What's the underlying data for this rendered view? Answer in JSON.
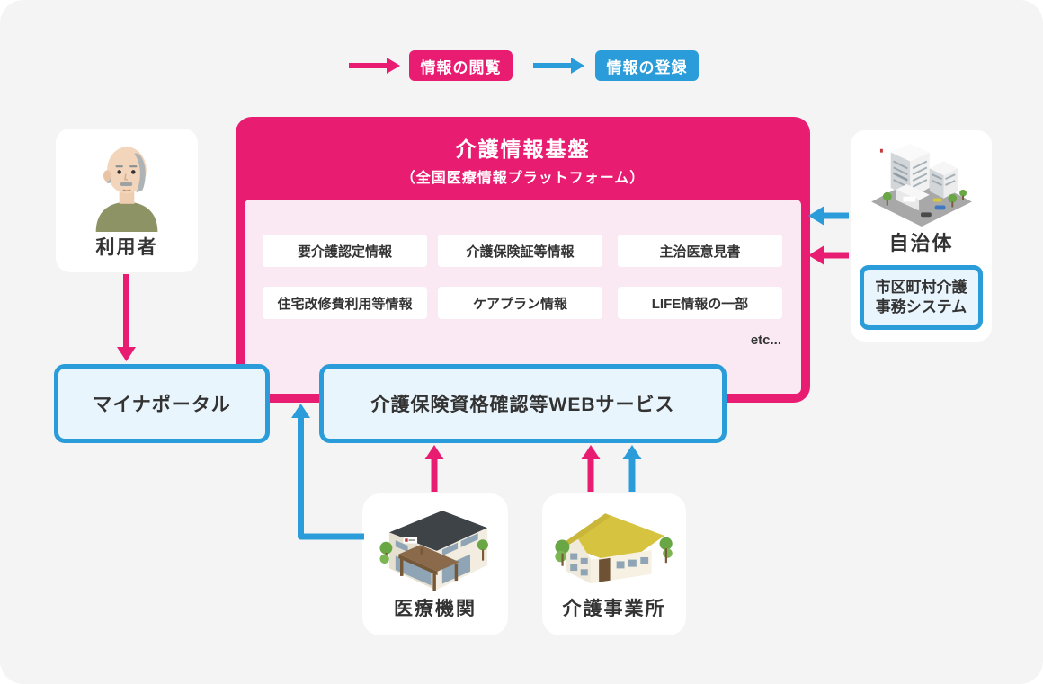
{
  "legend": {
    "view_label": "情報の閲覧",
    "register_label": "情報の登録"
  },
  "platform": {
    "title": "介護情報基盤",
    "subtitle": "（全国医療情報プラットフォーム）",
    "items": [
      "要介護認定情報",
      "介護保険証等情報",
      "主治医意見書",
      "住宅改修費利用等情報",
      "ケアプラン情報",
      "LIFE情報の一部"
    ],
    "etc_label": "etc..."
  },
  "user": {
    "label": "利用者"
  },
  "municipality": {
    "label": "自治体",
    "system_line1": "市区町村介護",
    "system_line2": "事務システム"
  },
  "portal": {
    "label": "マイナポータル"
  },
  "web_service": {
    "label": "介護保険資格確認等WEBサービス"
  },
  "medical": {
    "label": "医療機関"
  },
  "care_office": {
    "label": "介護事業所"
  },
  "colors": {
    "view_pink": "#E81D72",
    "register_blue": "#2B9CDA",
    "panel_pink": "#FAE9F2",
    "service_fill": "#E9F5FC",
    "canvas_gray": "#F4F4F5",
    "text": "#333333"
  },
  "icons": {
    "legend_view": "pink-arrow-icon",
    "legend_register": "blue-arrow-icon",
    "user": "elderly-man-illustration",
    "municipality": "government-building-illustration",
    "medical": "hospital-building-illustration",
    "care_office": "house-illustration"
  }
}
